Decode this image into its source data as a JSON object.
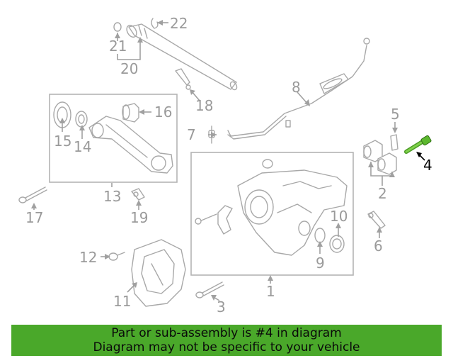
{
  "highlight_part": "4",
  "colors": {
    "banner": "#4aa82a",
    "highlight": "#000000",
    "lines": "#a8a8a8",
    "highlight_part_fill": "#5cb82e"
  },
  "callouts": {
    "c1": "1",
    "c2": "2",
    "c3": "3",
    "c4": "4",
    "c5": "5",
    "c6": "6",
    "c7": "7",
    "c8": "8",
    "c9": "9",
    "c10": "10",
    "c11": "11",
    "c12": "12",
    "c13": "13",
    "c14": "14",
    "c15": "15",
    "c16": "16",
    "c17": "17",
    "c18": "18",
    "c19": "19",
    "c20": "20",
    "c21": "21",
    "c22": "22"
  },
  "banner": {
    "line1": "Part or sub-assembly is #4 in diagram",
    "line2": "Diagram may not be specific to your vehicle"
  }
}
